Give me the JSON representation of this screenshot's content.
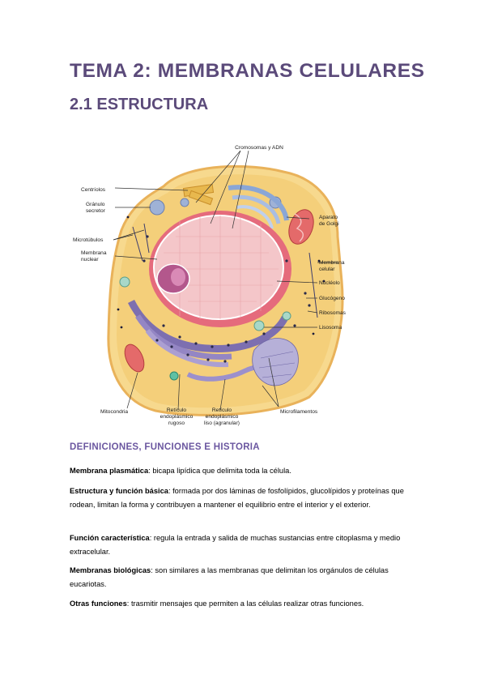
{
  "document": {
    "title": "TEMA 2: MEMBRANAS CELULARES",
    "subtitle": "2.1 ESTRUCTURA",
    "section_heading": "DEFINICIONES, FUNCIONES E HISTORIA"
  },
  "figure": {
    "labels": {
      "cromosomas": "Cromosomas y ADN",
      "centriolos": "Centríolos",
      "granulo_1": "Gránulo",
      "granulo_2": "secretor",
      "microtubulos": "Microtúbulos",
      "membrana_nuclear_1": "Membrana",
      "membrana_nuclear_2": "nuclear",
      "aparato_1": "Aparato",
      "aparato_2": "de Golgi",
      "membrana_celular_1": "Membrana",
      "membrana_celular_2": "celular",
      "nucleolo": "Nucléolo",
      "glucogeno": "Glucógeno",
      "ribosomas": "Ribosomas",
      "lisosoma": "Lisosoma",
      "mitocondria": "Mitocondria",
      "rer_1": "Retículo",
      "rer_2": "endoplásmico",
      "rer_3": "rugoso",
      "rel_1": "Retículo",
      "rel_2": "endoplásmico",
      "rel_3": "liso (agranular)",
      "microfilamentos": "Microfilamentos"
    }
  },
  "definitions": [
    {
      "term": "Membrana plasmática",
      "text": ": bicapa lipídica que delimita toda la célula."
    },
    {
      "term": "Estructura y función básica",
      "text": ": formada por dos láminas de fosfolípidos, glucolípidos y proteínas que rodean, limitan la forma y contribuyen a mantener el equilibrio entre el interior y el exterior."
    },
    {
      "term": "Función característica",
      "text": ": regula la entrada y salida de muchas sustancias entre citoplasma y medio extracelular."
    },
    {
      "term": "Membranas biológicas",
      "text": ": son similares a las membranas que delimitan los orgánulos de células eucariotas."
    },
    {
      "term": "Otras funciones",
      "text": ": trasmitir mensajes que permiten a las células realizar otras funciones."
    }
  ]
}
